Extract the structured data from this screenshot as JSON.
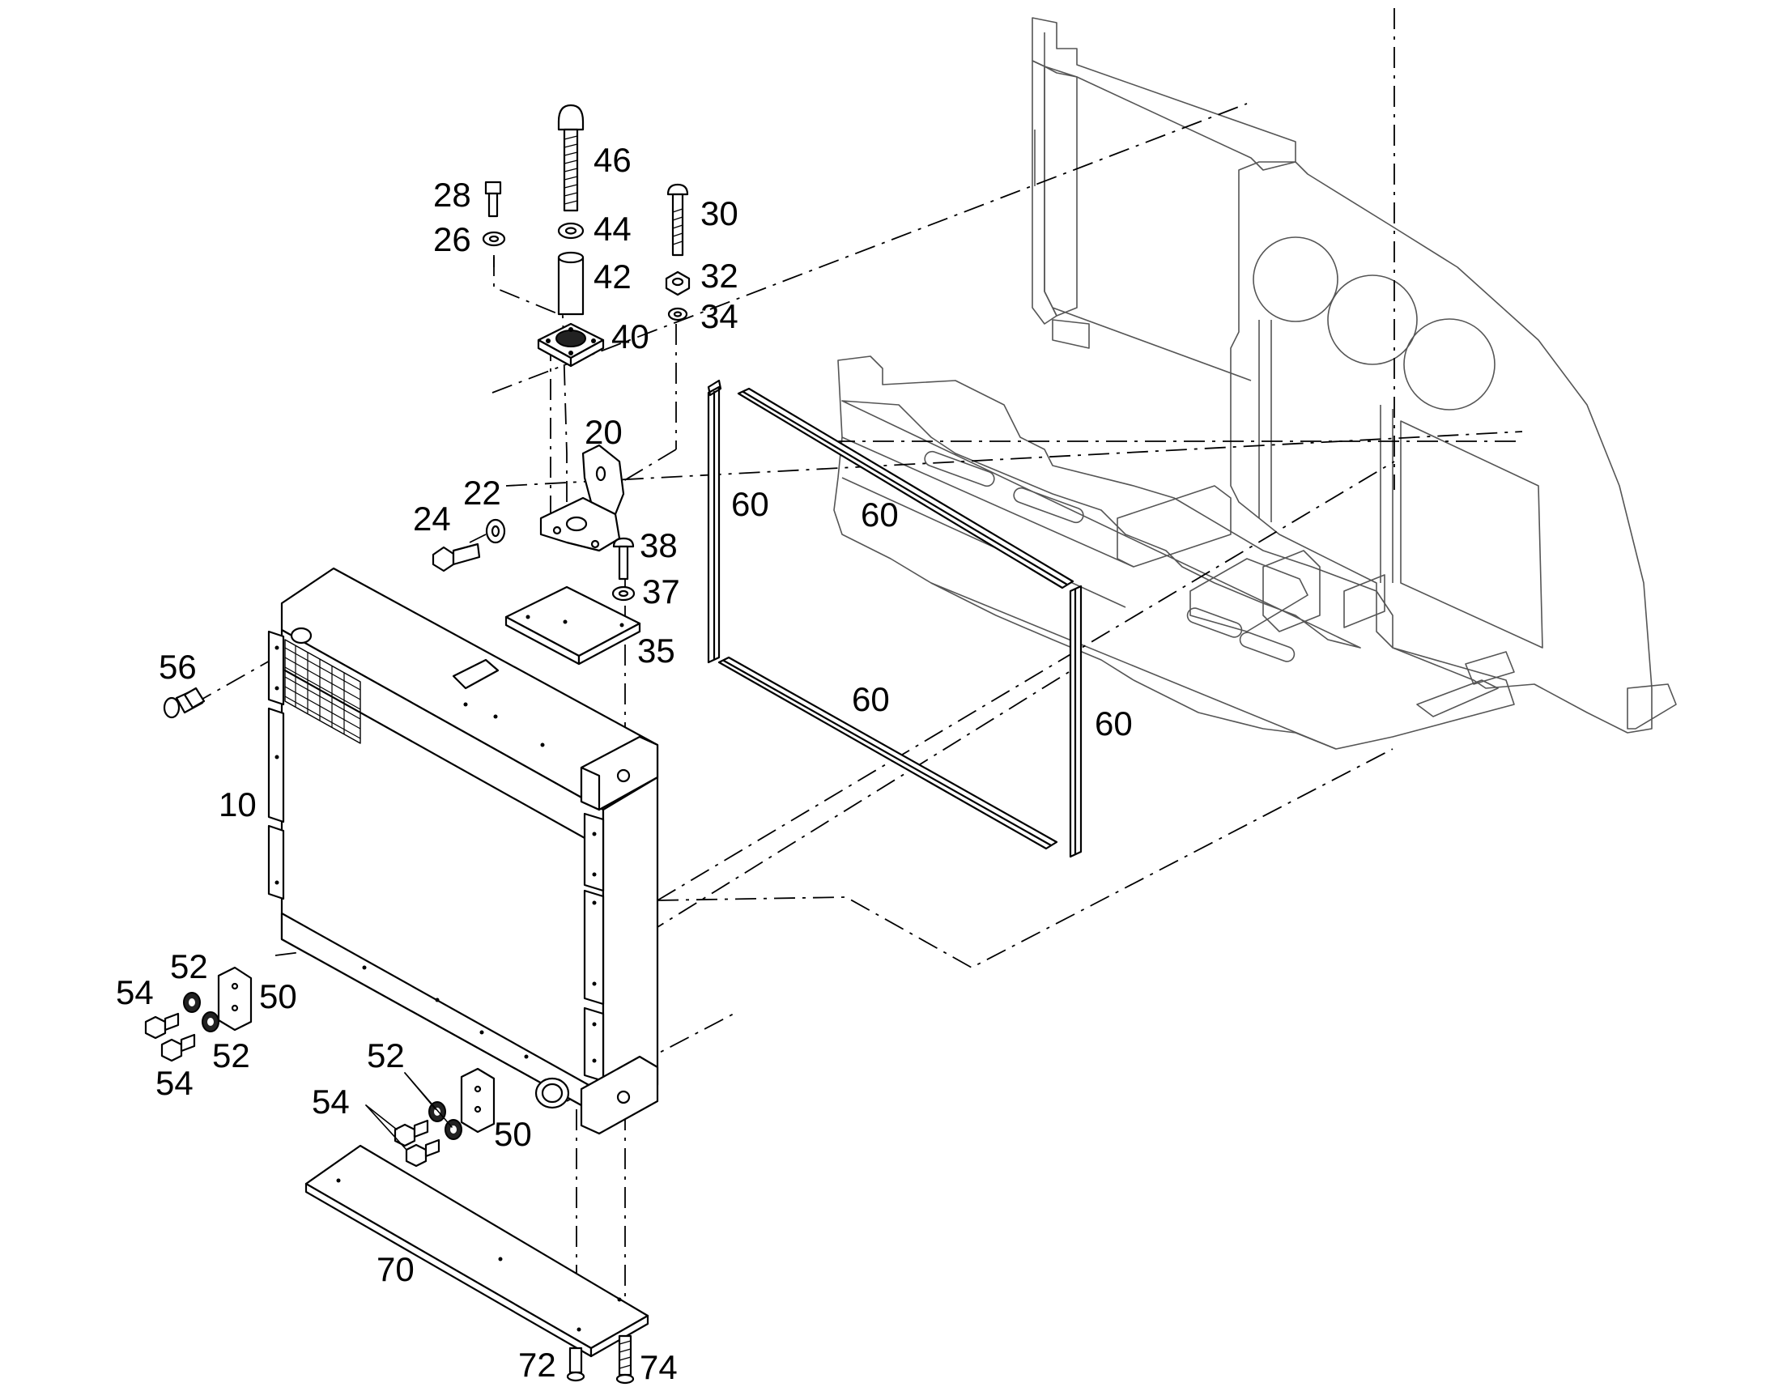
{
  "callouts": {
    "p10": "10",
    "p20": "20",
    "p22": "22",
    "p24": "24",
    "p26": "26",
    "p28": "28",
    "p30": "30",
    "p32": "32",
    "p34": "34",
    "p35": "35",
    "p37": "37",
    "p38": "38",
    "p40": "40",
    "p42": "42",
    "p44": "44",
    "p46": "46",
    "p50a": "50",
    "p50b": "50",
    "p52a": "52",
    "p52b": "52",
    "p52c": "52",
    "p54a": "54",
    "p54b": "54",
    "p54c": "54",
    "p56": "56",
    "p60a": "60",
    "p60b": "60",
    "p60c": "60",
    "p60d": "60",
    "p70": "70",
    "p72": "72",
    "p74": "74"
  }
}
